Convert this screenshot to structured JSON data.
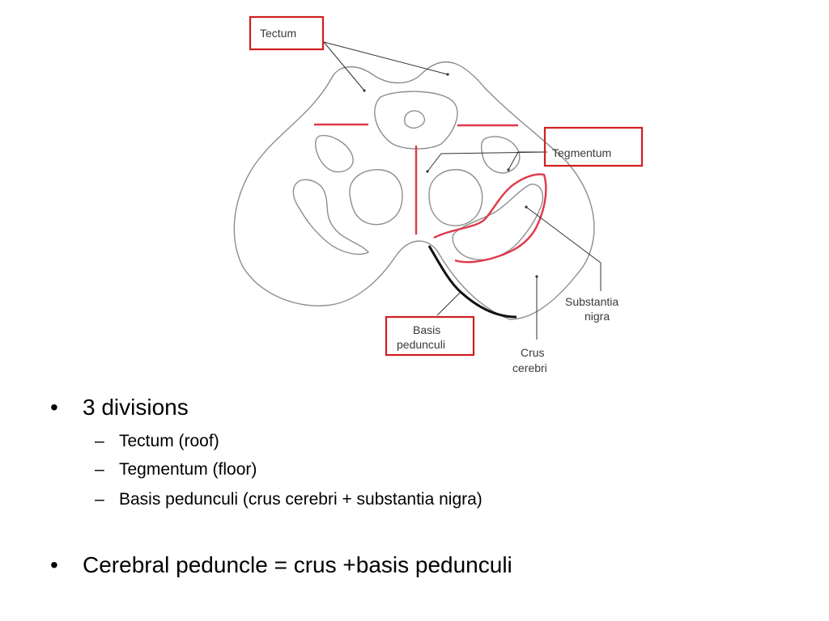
{
  "diagram": {
    "labels": {
      "tectum": "Tectum",
      "tegmentum": "Tegmentum",
      "basis_line1": "Basis",
      "basis_line2": "pedunculi",
      "substantia_line1": "Substantia",
      "substantia_line2": "nigra",
      "crus_line1": "Crus",
      "crus_line2": "cerebri"
    },
    "colors": {
      "highlight_box": "#d11f1f",
      "highlight_line": "#e0384a",
      "outline": "#8e8e8e"
    }
  },
  "bullets": {
    "item1": "3 divisions",
    "sub1": "Tectum (roof)",
    "sub2": "Tegmentum (floor)",
    "sub3": "Basis pedunculi (crus cerebri + substantia nigra)",
    "item2": "Cerebral peduncle = crus +basis pedunculi",
    "bullet_glyph": "•",
    "dash_glyph": "–"
  }
}
